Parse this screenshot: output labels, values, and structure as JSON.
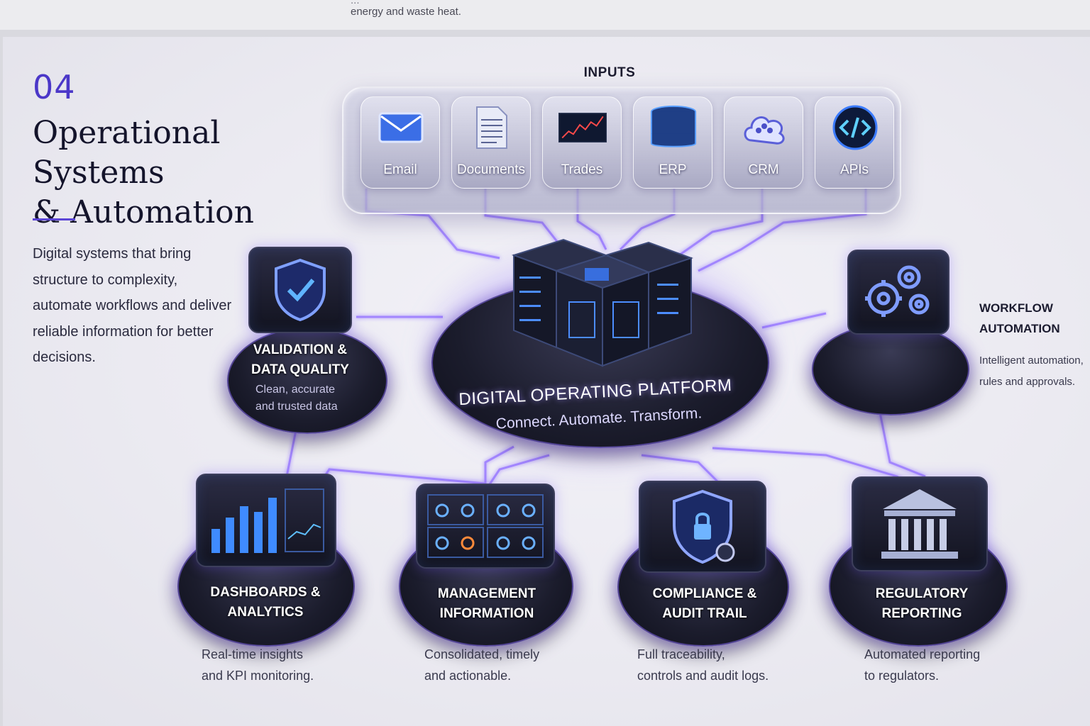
{
  "top_fragment": {
    "cut_text": "...",
    "text": "energy and waste heat."
  },
  "section": {
    "number": "04",
    "title_line1": "Operational Systems",
    "title_line2": "& Automation",
    "description": "Digital systems that bring structure to complexity, automate workflows and deliver reliable information for better decisions."
  },
  "inputs": {
    "label": "INPUTS",
    "items": [
      {
        "label": "Email",
        "icon": "envelope-icon"
      },
      {
        "label": "Documents",
        "icon": "document-icon"
      },
      {
        "label": "Trades",
        "icon": "line-chart-icon"
      },
      {
        "label": "ERP",
        "icon": "database-icon"
      },
      {
        "label": "CRM",
        "icon": "users-cloud-icon"
      },
      {
        "label": "APIs",
        "icon": "code-icon"
      }
    ]
  },
  "platform": {
    "title": "DIGITAL OPERATING PLATFORM",
    "tagline": "Connect. Automate. Transform."
  },
  "validation": {
    "title_line1": "VALIDATION &",
    "title_line2": "DATA QUALITY",
    "desc_line1": "Clean, accurate",
    "desc_line2": "and trusted data",
    "icon": "shield-check-icon"
  },
  "workflow": {
    "title_line1": "WORKFLOW",
    "title_line2": "AUTOMATION",
    "desc_line1": "Intelligent automation,",
    "desc_line2": "rules and approvals.",
    "icon": "gears-icon"
  },
  "outputs": [
    {
      "title_line1": "DASHBOARDS &",
      "title_line2": "ANALYTICS",
      "desc_line1": "Real-time insights",
      "desc_line2": "and KPI monitoring.",
      "icon": "bar-chart-icon"
    },
    {
      "title_line1": "MANAGEMENT",
      "title_line2": "INFORMATION",
      "desc_line1": "Consolidated, timely",
      "desc_line2": "and actionable.",
      "icon": "dashboard-grid-icon"
    },
    {
      "title_line1": "COMPLIANCE &",
      "title_line2": "AUDIT TRAIL",
      "desc_line1": "Full traceability,",
      "desc_line2": "controls and audit logs.",
      "icon": "shield-lock-icon"
    },
    {
      "title_line1": "REGULATORY",
      "title_line2": "REPORTING",
      "desc_line1": "Automated reporting",
      "desc_line2": "to regulators.",
      "icon": "bank-icon"
    }
  ],
  "colors": {
    "accent": "#5b45d6",
    "glow": "#8c6bff",
    "dark": "#14142b"
  }
}
